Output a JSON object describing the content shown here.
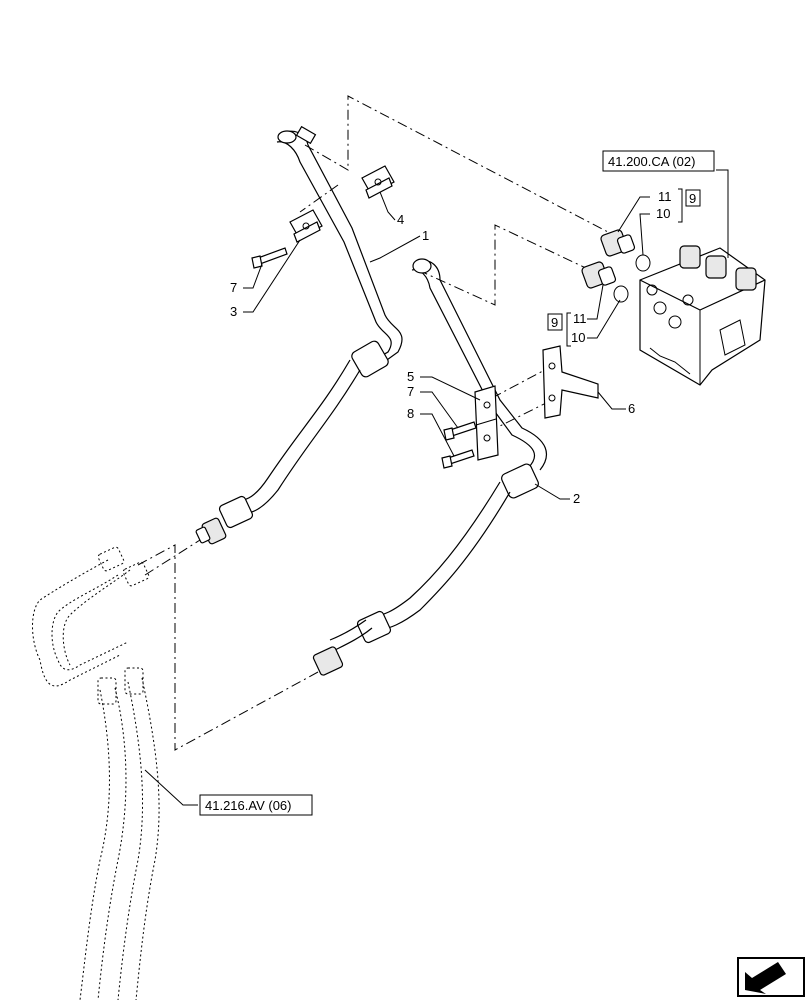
{
  "references": {
    "top_right": "41.200.CA (02)",
    "bottom_left": "41.216.AV (06)"
  },
  "callouts": {
    "c1": "1",
    "c2": "2",
    "c3": "3",
    "c4": "4",
    "c5": "5",
    "c6": "6",
    "c7a": "7",
    "c7b": "7",
    "c8": "8",
    "c10a": "10",
    "c10b": "10",
    "c11a": "11",
    "c11b": "11",
    "c9a": "9",
    "c9b": "9"
  },
  "icons": {
    "nav": "next-page-arrow-icon"
  }
}
